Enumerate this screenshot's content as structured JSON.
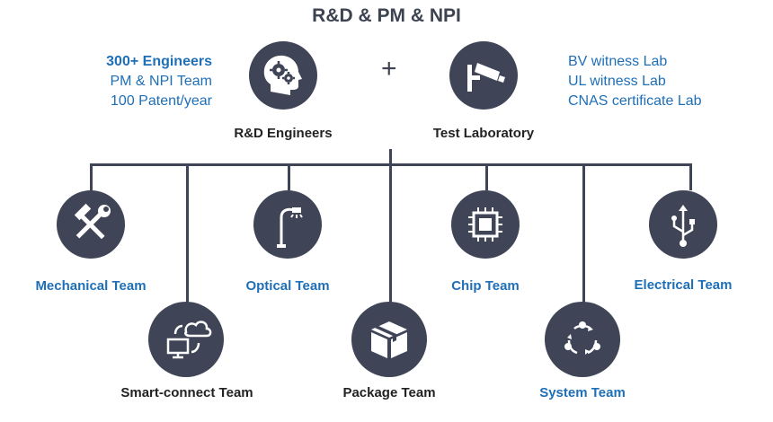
{
  "title": "R&D & PM & NPI",
  "left_stats": [
    "300+ Engineers",
    "PM & NPI Team",
    "100 Patent/year"
  ],
  "right_stats": [
    "BV witness Lab",
    "UL witness Lab",
    "CNAS certificate Lab"
  ],
  "plus": "+",
  "top_nodes": [
    {
      "label": "R&D Engineers",
      "icon": "head-gears-icon"
    },
    {
      "label": "Test Laboratory",
      "icon": "lab-camera-icon"
    }
  ],
  "teams": [
    {
      "label": "Mechanical Team",
      "icon": "hammer-wrench-icon",
      "color": "#1f6fb7"
    },
    {
      "label": "Smart-connect Team",
      "icon": "cloud-monitor-icon",
      "color": "#222222"
    },
    {
      "label": "Optical Team",
      "icon": "street-lamp-icon",
      "color": "#1f6fb7"
    },
    {
      "label": "Package Team",
      "icon": "box-icon",
      "color": "#222222"
    },
    {
      "label": "Chip Team",
      "icon": "chip-icon",
      "color": "#1f6fb7"
    },
    {
      "label": "System Team",
      "icon": "cycle-icon",
      "color": "#1f6fb7"
    },
    {
      "label": "Electrical Team",
      "icon": "usb-icon",
      "color": "#1f6fb7"
    }
  ],
  "colors": {
    "node": "#3f4557",
    "blue_text": "#1f6fb7",
    "dark_text": "#222222"
  }
}
